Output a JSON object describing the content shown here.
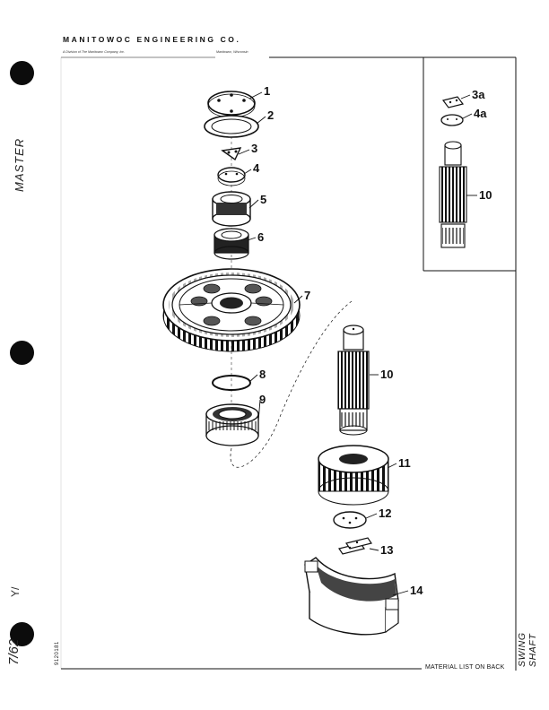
{
  "header": {
    "company": "MANITOWOC ENGINEERING CO.",
    "division": "A Division of The Manitowoc Company, Inc.",
    "location": "Manitowoc, Wisconsin"
  },
  "margin_notes": {
    "master_stamp": "MASTER",
    "handwritten_mark": "7/62",
    "small_mark": "Y/",
    "doc_number": "9120181"
  },
  "side_title": "SWING SHAFT",
  "footer_note": "MATERIAL LIST ON BACK",
  "callouts": [
    "1",
    "2",
    "3",
    "4",
    "5",
    "6",
    "7",
    "8",
    "9",
    "10",
    "11",
    "12",
    "13",
    "14",
    "3a",
    "4a",
    "10"
  ]
}
